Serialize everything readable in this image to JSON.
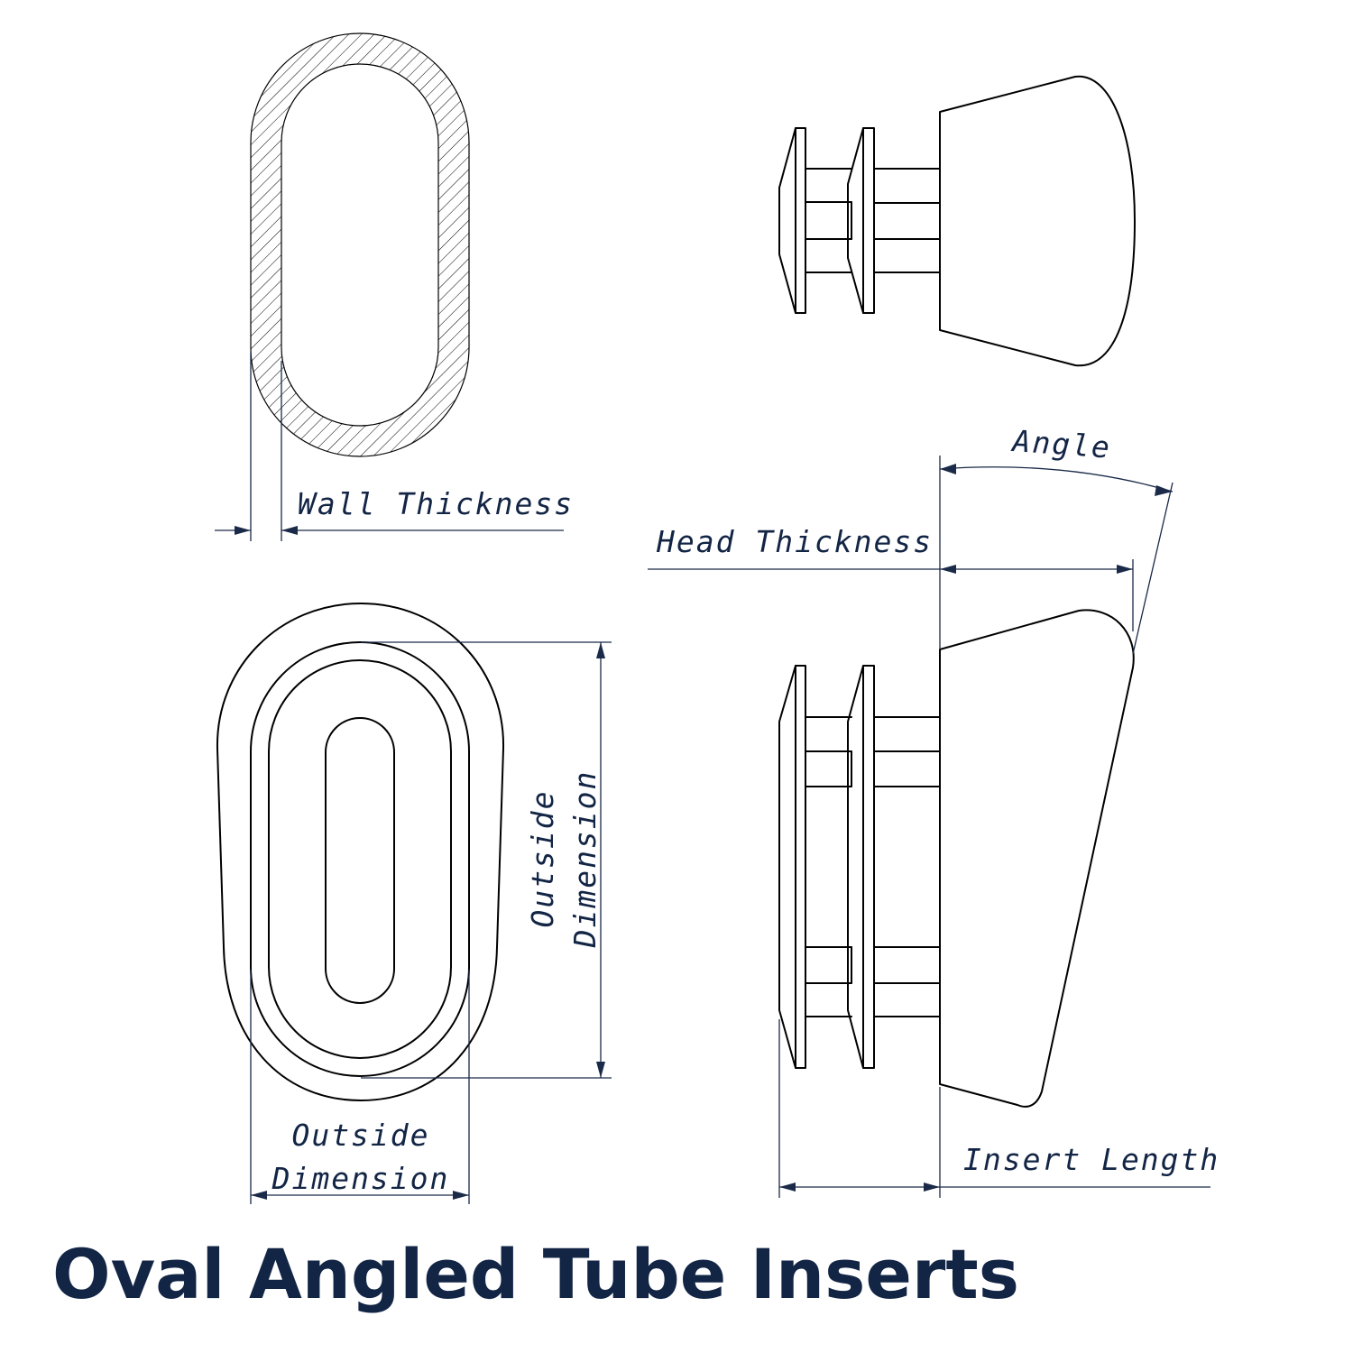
{
  "title": "Oval Angled Tube Inserts",
  "labels": {
    "wall_thickness": "Wall Thickness",
    "head_thickness": "Head Thickness",
    "angle": "Angle",
    "outside_dimension_width_line1": "Outside",
    "outside_dimension_width_line2": "Dimension",
    "outside_dimension_height_line1": "Outside",
    "outside_dimension_height_line2": "Dimension",
    "insert_length": "Insert Length"
  },
  "colors": {
    "text": "#132545",
    "dimension_lines": "#1a2a48",
    "outline": "#000000",
    "background": "#ffffff"
  }
}
